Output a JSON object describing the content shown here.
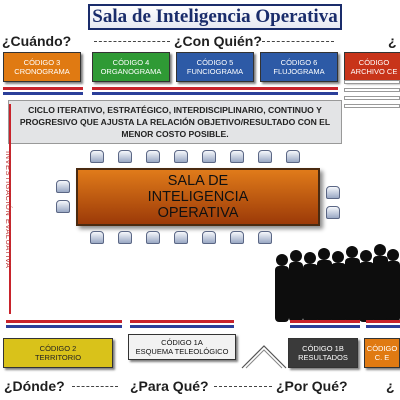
{
  "title": "Sala de Inteligencia Operativa",
  "questions": {
    "cuando": "¿Cuándo?",
    "con_quien": "¿Con Quién?",
    "top_right_fragment": "¿",
    "donde": "¿Dónde?",
    "para_que": "¿Para Qué?",
    "por_que": "¿Por Qué?",
    "bottom_right_fragment": "¿"
  },
  "top_codes": [
    {
      "line1": "CÓDIGO 3",
      "line2": "CRONOGRAMA",
      "color": "#e07a12"
    },
    {
      "line1": "CÓDIGO 4",
      "line2": "ORGANOGRAMA",
      "color": "#2f9a35"
    },
    {
      "line1": "CÓDIGO 5",
      "line2": "FUNCIOGRAMA",
      "color": "#2d5aa6"
    },
    {
      "line1": "CÓDIGO 6",
      "line2": "FLUJOGRAMA",
      "color": "#2d5aa6"
    },
    {
      "line1": "CÓDIGO",
      "line2": "ARCHIVO CE",
      "color": "#c8341a"
    }
  ],
  "description": "CICLO ITERATIVO, ESTRATÉGICO, INTERDISCIPLINARIO, CONTINUO Y PROGRESIVO QUE AJUSTA LA RELACIÓN OBJETIVO/RESULTADO CON EL MENOR COSTO POSIBLE.",
  "table": {
    "line1": "SALA DE",
    "line2": "INTELIGENCIA",
    "line3": "OPERATIVA"
  },
  "vertical_label": "INVESTIGACIÓN EVALUATIVA",
  "bottom_codes": [
    {
      "line1": "CÓDIGO 2",
      "line2": "TERRITORIO",
      "color": "#d9c21a"
    },
    {
      "line1": "CÓDIGO 1A",
      "line2": "ESQUEMA TELEOLÓGICO",
      "color": "#f2f2f2"
    },
    {
      "line1": "CÓDIGO 1B",
      "line2": "RESULTADOS",
      "color": "#3a3a3a"
    },
    {
      "line1": "CÓDIGO",
      "line2": "C. E",
      "color": "#e07a12"
    }
  ]
}
